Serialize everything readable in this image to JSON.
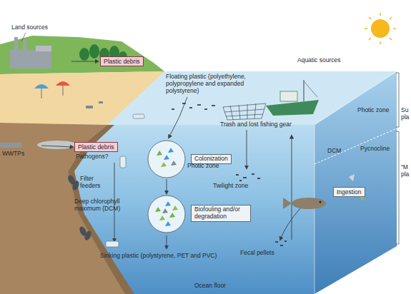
{
  "diagram": {
    "nodes": [
      {
        "text": [
          "Plastic debris"
        ]
      },
      {
        "text": [
          "Plastic debris"
        ]
      },
      {
        "text": [
          "Colonization"
        ]
      },
      {
        "text": [
          "Biofouling and/or degradation"
        ]
      },
      {
        "text": [
          "Ingestion"
        ]
      }
    ],
    "edges": [
      {
        "from": 2,
        "to": 3,
        "arrow": "to"
      }
    ],
    "labels": [
      "Land sources",
      "Aquatic sources",
      "WWTPs",
      "Pathogens?",
      "Floating plastic (polyethylene, polypropylene and expanded polystyrene)",
      "Trash and lost fishing gear",
      "Photic zone",
      "Filter feeders",
      "Deep chlorophyll maximum (DCM)",
      "Twilight zone",
      "Sinking plastic (polystyrene, PET and PVC)",
      "Ocean floor",
      "DCM",
      "Pycnocline",
      "Fecal pellets",
      "Photic zone",
      "Su",
      "pla",
      "“M",
      "pla"
    ]
  }
}
